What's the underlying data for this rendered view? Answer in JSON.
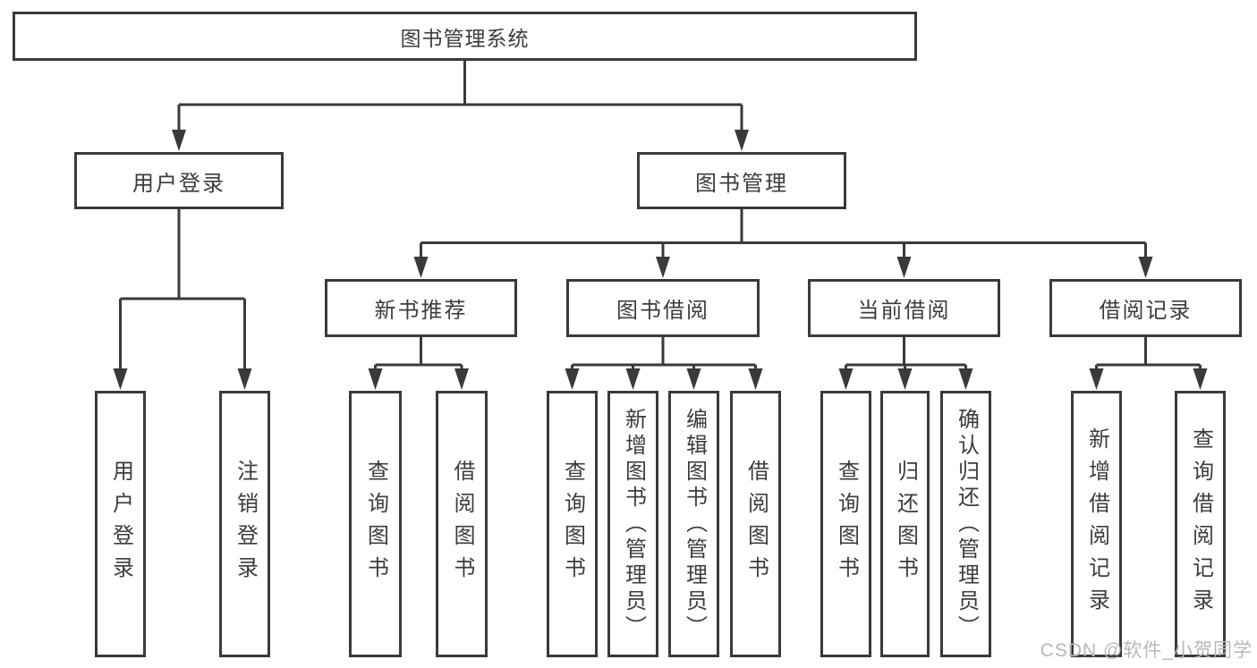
{
  "tree": {
    "root": {
      "label": "图书管理系统"
    },
    "branches": [
      {
        "label": "用户登录",
        "children": [
          {
            "label": "用户登录"
          },
          {
            "label": "注销登录"
          }
        ]
      },
      {
        "label": "图书管理",
        "children": [
          {
            "label": "新书推荐",
            "children": [
              {
                "label": "查询图书"
              },
              {
                "label": "借阅图书"
              }
            ]
          },
          {
            "label": "图书借阅",
            "children": [
              {
                "label": "查询图书"
              },
              {
                "label": "新增图书（管理员）"
              },
              {
                "label": "编辑图书（管理员）"
              },
              {
                "label": "借阅图书"
              }
            ]
          },
          {
            "label": "当前借阅",
            "children": [
              {
                "label": "查询图书"
              },
              {
                "label": "归还图书"
              },
              {
                "label": "确认归还（管理员）"
              }
            ]
          },
          {
            "label": "借阅记录",
            "children": [
              {
                "label": "新增借阅记录"
              },
              {
                "label": "查询借阅记录"
              }
            ]
          }
        ]
      }
    ]
  },
  "watermark": "CSDN @软件_小贺同学",
  "colors": {
    "line": "#3a3a3a",
    "text": "#3c3c3c",
    "watermark": "#b7b7b7",
    "background": "#ffffff"
  }
}
